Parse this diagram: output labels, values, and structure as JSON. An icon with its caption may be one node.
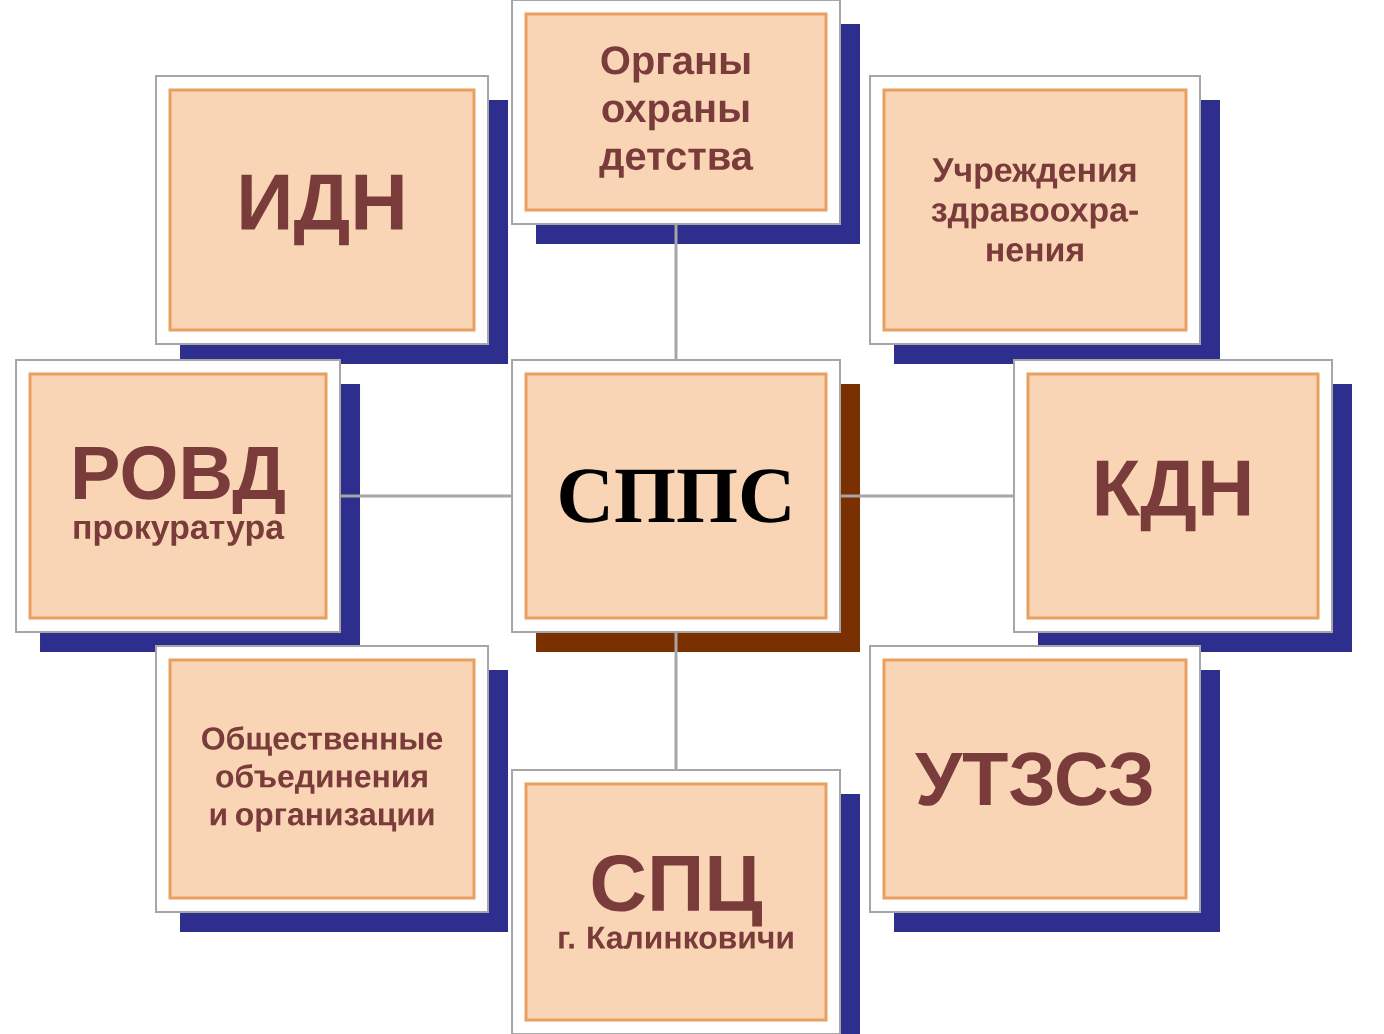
{
  "diagram": {
    "nodes": [
      {
        "text": [
          "Органы охраны детства"
        ]
      },
      {
        "text": [
          "ИДН"
        ]
      },
      {
        "text": [
          "Учреждения здравоохра- нения"
        ]
      },
      {
        "text": [
          "РОВД",
          "прокуратура"
        ]
      },
      {
        "text": [
          "СППС"
        ]
      },
      {
        "text": [
          "КДН"
        ]
      },
      {
        "text": [
          "Общественные объединения и организации"
        ]
      },
      {
        "text": [
          "УТЗСЗ"
        ]
      },
      {
        "text": [
          "СПЦ",
          "г. Калинковичи"
        ]
      }
    ],
    "edges": [
      {
        "from": 0,
        "to": 4,
        "arrow": "none"
      },
      {
        "from": 3,
        "to": 4,
        "arrow": "none"
      },
      {
        "from": 4,
        "to": 5,
        "arrow": "none"
      },
      {
        "from": 4,
        "to": 8,
        "arrow": "none"
      }
    ]
  }
}
